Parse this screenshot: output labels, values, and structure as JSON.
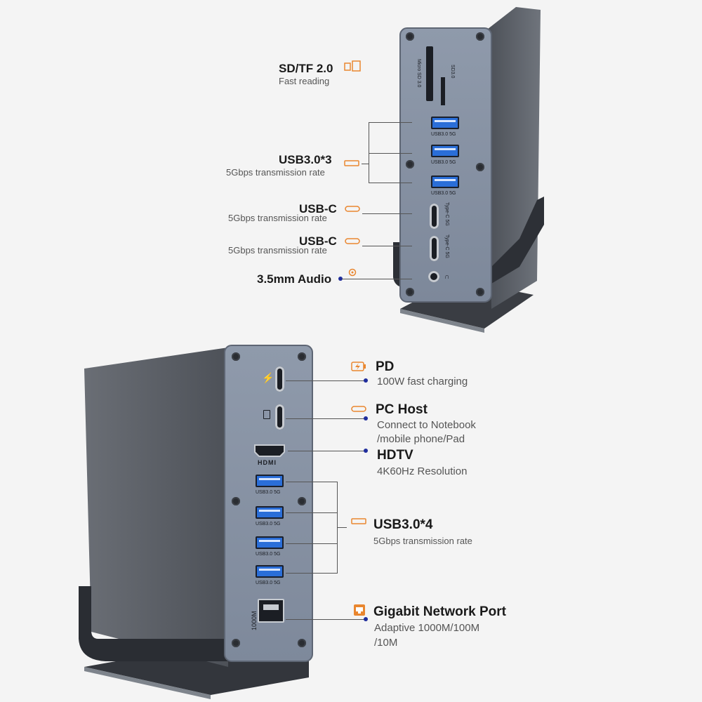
{
  "top_device": {
    "ports": {
      "microsd_label": "Micro SD 3.0",
      "sd_label": "SD3.0",
      "usb_a_label": "USB3.0 5G",
      "usb_c_label": "Type-C 5G"
    },
    "callouts": [
      {
        "title": "SD/TF 2.0",
        "subtitle": "Fast reading",
        "icon": "sd-card-icon"
      },
      {
        "title": "USB3.0*3",
        "subtitle": "5Gbps transmission rate",
        "icon": "usb-icon"
      },
      {
        "title": "USB-C",
        "subtitle": "5Gbps transmission rate",
        "icon": "usb-c-icon"
      },
      {
        "title": "USB-C",
        "subtitle": "5Gbps transmission rate",
        "icon": "usb-c-icon"
      },
      {
        "title": "3.5mm Audio",
        "subtitle": "",
        "icon": "audio-icon"
      }
    ]
  },
  "bottom_device": {
    "ports": {
      "hdmi_label": "HDMI",
      "usb_a_label": "USB3.0 5G",
      "lan_label": "1000M"
    },
    "callouts": [
      {
        "title": "PD",
        "subtitle": "100W fast charging",
        "icon": "lightning-icon"
      },
      {
        "title": "PC Host",
        "subtitle_1": "Connect to Notebook",
        "subtitle_2": "/mobile phone/Pad",
        "icon": "usb-c-icon"
      },
      {
        "title": "HDTV",
        "subtitle": "4K60Hz Resolution",
        "icon": ""
      },
      {
        "title": "USB3.0*4",
        "subtitle": "5Gbps transmission rate",
        "icon": "usb-icon"
      },
      {
        "title": "Gigabit Network Port",
        "subtitle_1": "Adaptive 1000M/100M",
        "subtitle_2": "/10M",
        "icon": "ethernet-icon"
      }
    ]
  },
  "colors": {
    "accent": "#e9862f",
    "leader_dot": "#1f2d9c",
    "panel": "#8a95a7",
    "body": "#5b5f66"
  }
}
